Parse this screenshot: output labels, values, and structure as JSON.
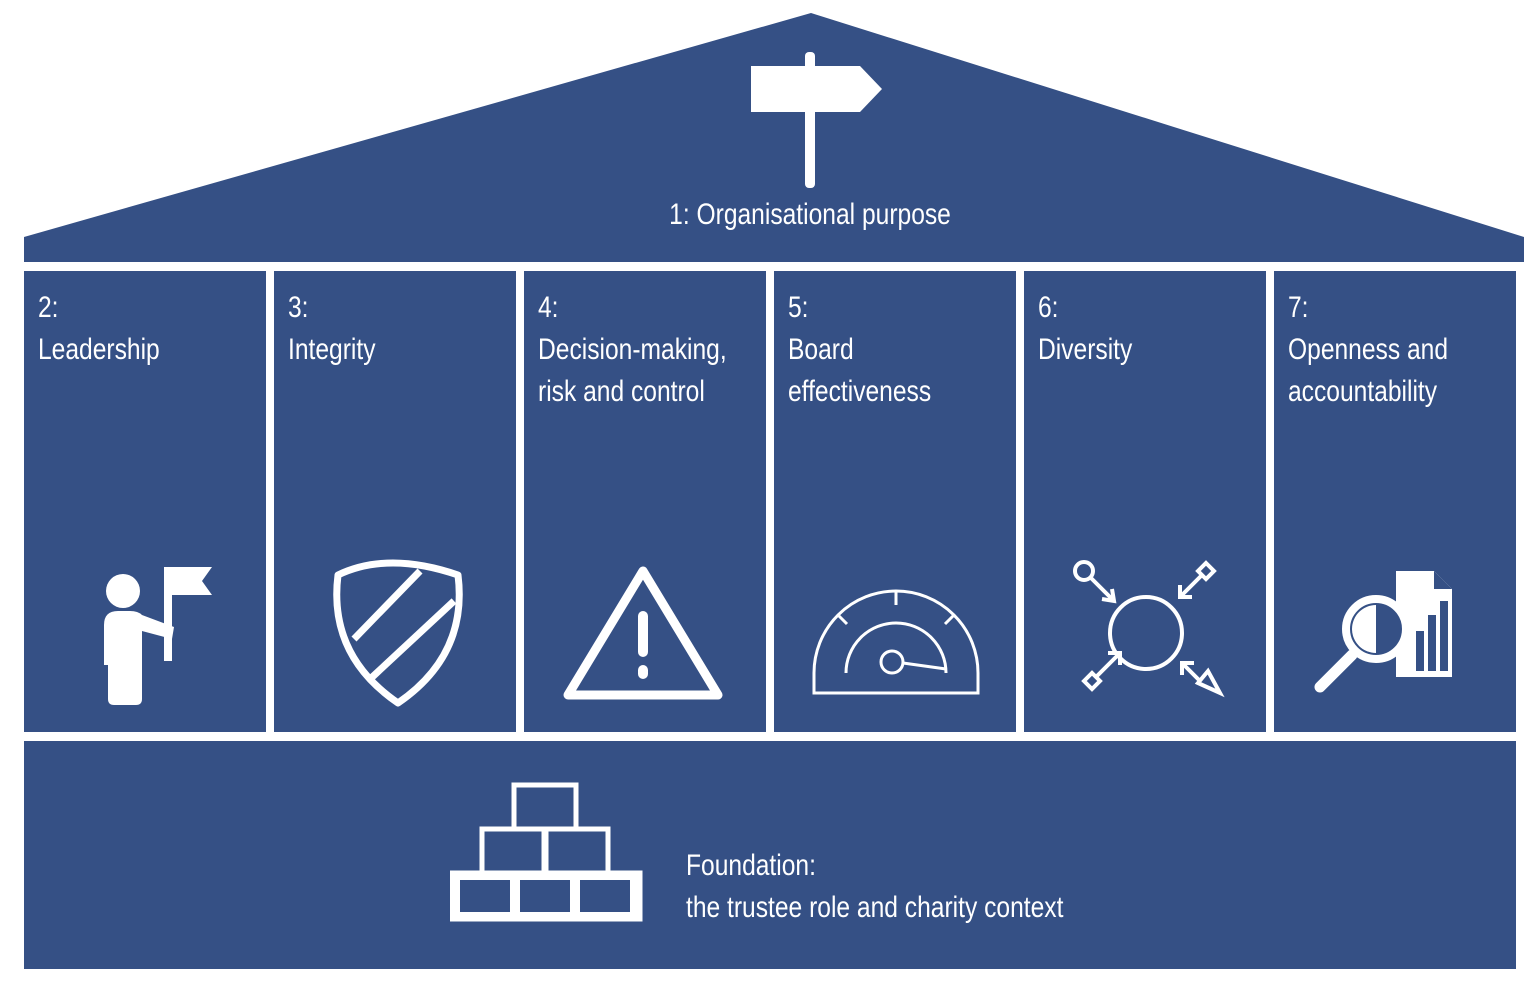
{
  "colors": {
    "fill": "#355085",
    "background": "#ffffff",
    "icon": "#ffffff"
  },
  "roof": {
    "label": "1: Organisational purpose",
    "icon": "signpost-icon"
  },
  "pillars": [
    {
      "number": "2:",
      "label": "Leadership",
      "icon": "person-with-flag-icon"
    },
    {
      "number": "3:",
      "label": "Integrity",
      "icon": "shield-icon"
    },
    {
      "number": "4:",
      "label": "Decision-making,\nrisk and control",
      "icon": "warning-triangle-icon"
    },
    {
      "number": "5:",
      "label": "Board\neffectiveness",
      "icon": "speedometer-icon"
    },
    {
      "number": "6:",
      "label": "Diversity",
      "icon": "diversity-arrows-icon"
    },
    {
      "number": "7:",
      "label": "Openness and\naccountability",
      "icon": "magnifier-report-icon"
    }
  ],
  "foundation": {
    "line1": "Foundation:",
    "line2": "the trustee role and charity context",
    "icon": "stacked-blocks-icon"
  }
}
